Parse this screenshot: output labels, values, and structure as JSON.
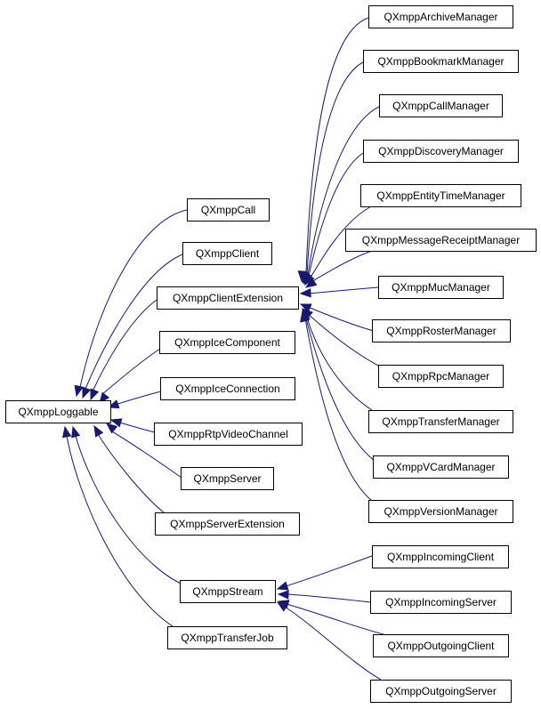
{
  "diagram": {
    "edge_color": "#191970",
    "nodes": [
      {
        "id": "loggable",
        "label": "QXmppLoggable"
      },
      {
        "id": "call",
        "label": "QXmppCall"
      },
      {
        "id": "client",
        "label": "QXmppClient"
      },
      {
        "id": "clientext",
        "label": "QXmppClientExtension"
      },
      {
        "id": "icecomp",
        "label": "QXmppIceComponent"
      },
      {
        "id": "iceconn",
        "label": "QXmppIceConnection"
      },
      {
        "id": "rtpvideo",
        "label": "QXmppRtpVideoChannel"
      },
      {
        "id": "server",
        "label": "QXmppServer"
      },
      {
        "id": "serverext",
        "label": "QXmppServerExtension"
      },
      {
        "id": "stream",
        "label": "QXmppStream"
      },
      {
        "id": "transferjob",
        "label": "QXmppTransferJob"
      },
      {
        "id": "archive",
        "label": "QXmppArchiveManager"
      },
      {
        "id": "bookmark",
        "label": "QXmppBookmarkManager"
      },
      {
        "id": "callmgr",
        "label": "QXmppCallManager"
      },
      {
        "id": "discovery",
        "label": "QXmppDiscoveryManager"
      },
      {
        "id": "entitytime",
        "label": "QXmppEntityTimeManager"
      },
      {
        "id": "msgreceipt",
        "label": "QXmppMessageReceiptManager"
      },
      {
        "id": "muc",
        "label": "QXmppMucManager"
      },
      {
        "id": "roster",
        "label": "QXmppRosterManager"
      },
      {
        "id": "rpc",
        "label": "QXmppRpcManager"
      },
      {
        "id": "transfermgr",
        "label": "QXmppTransferManager"
      },
      {
        "id": "vcard",
        "label": "QXmppVCardManager"
      },
      {
        "id": "version",
        "label": "QXmppVersionManager"
      },
      {
        "id": "inclient",
        "label": "QXmppIncomingClient"
      },
      {
        "id": "inserver",
        "label": "QXmppIncomingServer"
      },
      {
        "id": "outclient",
        "label": "QXmppOutgoingClient"
      },
      {
        "id": "outserver",
        "label": "QXmppOutgoingServer"
      }
    ],
    "edges": [
      {
        "child": "call",
        "parent": "loggable"
      },
      {
        "child": "client",
        "parent": "loggable"
      },
      {
        "child": "clientext",
        "parent": "loggable"
      },
      {
        "child": "icecomp",
        "parent": "loggable"
      },
      {
        "child": "iceconn",
        "parent": "loggable"
      },
      {
        "child": "rtpvideo",
        "parent": "loggable"
      },
      {
        "child": "server",
        "parent": "loggable"
      },
      {
        "child": "serverext",
        "parent": "loggable"
      },
      {
        "child": "stream",
        "parent": "loggable"
      },
      {
        "child": "transferjob",
        "parent": "loggable"
      },
      {
        "child": "archive",
        "parent": "clientext"
      },
      {
        "child": "bookmark",
        "parent": "clientext"
      },
      {
        "child": "callmgr",
        "parent": "clientext"
      },
      {
        "child": "discovery",
        "parent": "clientext"
      },
      {
        "child": "entitytime",
        "parent": "clientext"
      },
      {
        "child": "msgreceipt",
        "parent": "clientext"
      },
      {
        "child": "muc",
        "parent": "clientext"
      },
      {
        "child": "roster",
        "parent": "clientext"
      },
      {
        "child": "rpc",
        "parent": "clientext"
      },
      {
        "child": "transfermgr",
        "parent": "clientext"
      },
      {
        "child": "vcard",
        "parent": "clientext"
      },
      {
        "child": "version",
        "parent": "clientext"
      },
      {
        "child": "inclient",
        "parent": "stream"
      },
      {
        "child": "inserver",
        "parent": "stream"
      },
      {
        "child": "outclient",
        "parent": "stream"
      },
      {
        "child": "outserver",
        "parent": "stream"
      }
    ]
  }
}
